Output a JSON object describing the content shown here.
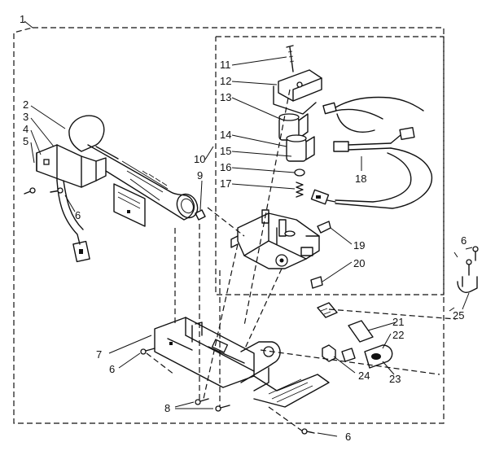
{
  "diagram": {
    "callouts": [
      {
        "id": "c1",
        "text": "1"
      },
      {
        "id": "c2",
        "text": "2"
      },
      {
        "id": "c3",
        "text": "3"
      },
      {
        "id": "c4",
        "text": "4"
      },
      {
        "id": "c5",
        "text": "5"
      },
      {
        "id": "c6a",
        "text": "6"
      },
      {
        "id": "c6b",
        "text": "6"
      },
      {
        "id": "c6c",
        "text": "6"
      },
      {
        "id": "c6d",
        "text": "6"
      },
      {
        "id": "c7",
        "text": "7"
      },
      {
        "id": "c8",
        "text": "8"
      },
      {
        "id": "c9",
        "text": "9"
      },
      {
        "id": "c10",
        "text": "10"
      },
      {
        "id": "c11",
        "text": "11"
      },
      {
        "id": "c12",
        "text": "12"
      },
      {
        "id": "c13",
        "text": "13"
      },
      {
        "id": "c14",
        "text": "14"
      },
      {
        "id": "c15",
        "text": "15"
      },
      {
        "id": "c16",
        "text": "16"
      },
      {
        "id": "c17",
        "text": "17"
      },
      {
        "id": "c18",
        "text": "18"
      },
      {
        "id": "c19",
        "text": "19"
      },
      {
        "id": "c20",
        "text": "20"
      },
      {
        "id": "c21",
        "text": "21"
      },
      {
        "id": "c22",
        "text": "22"
      },
      {
        "id": "c23",
        "text": "23"
      },
      {
        "id": "c24",
        "text": "24"
      },
      {
        "id": "c25",
        "text": "25"
      }
    ]
  }
}
